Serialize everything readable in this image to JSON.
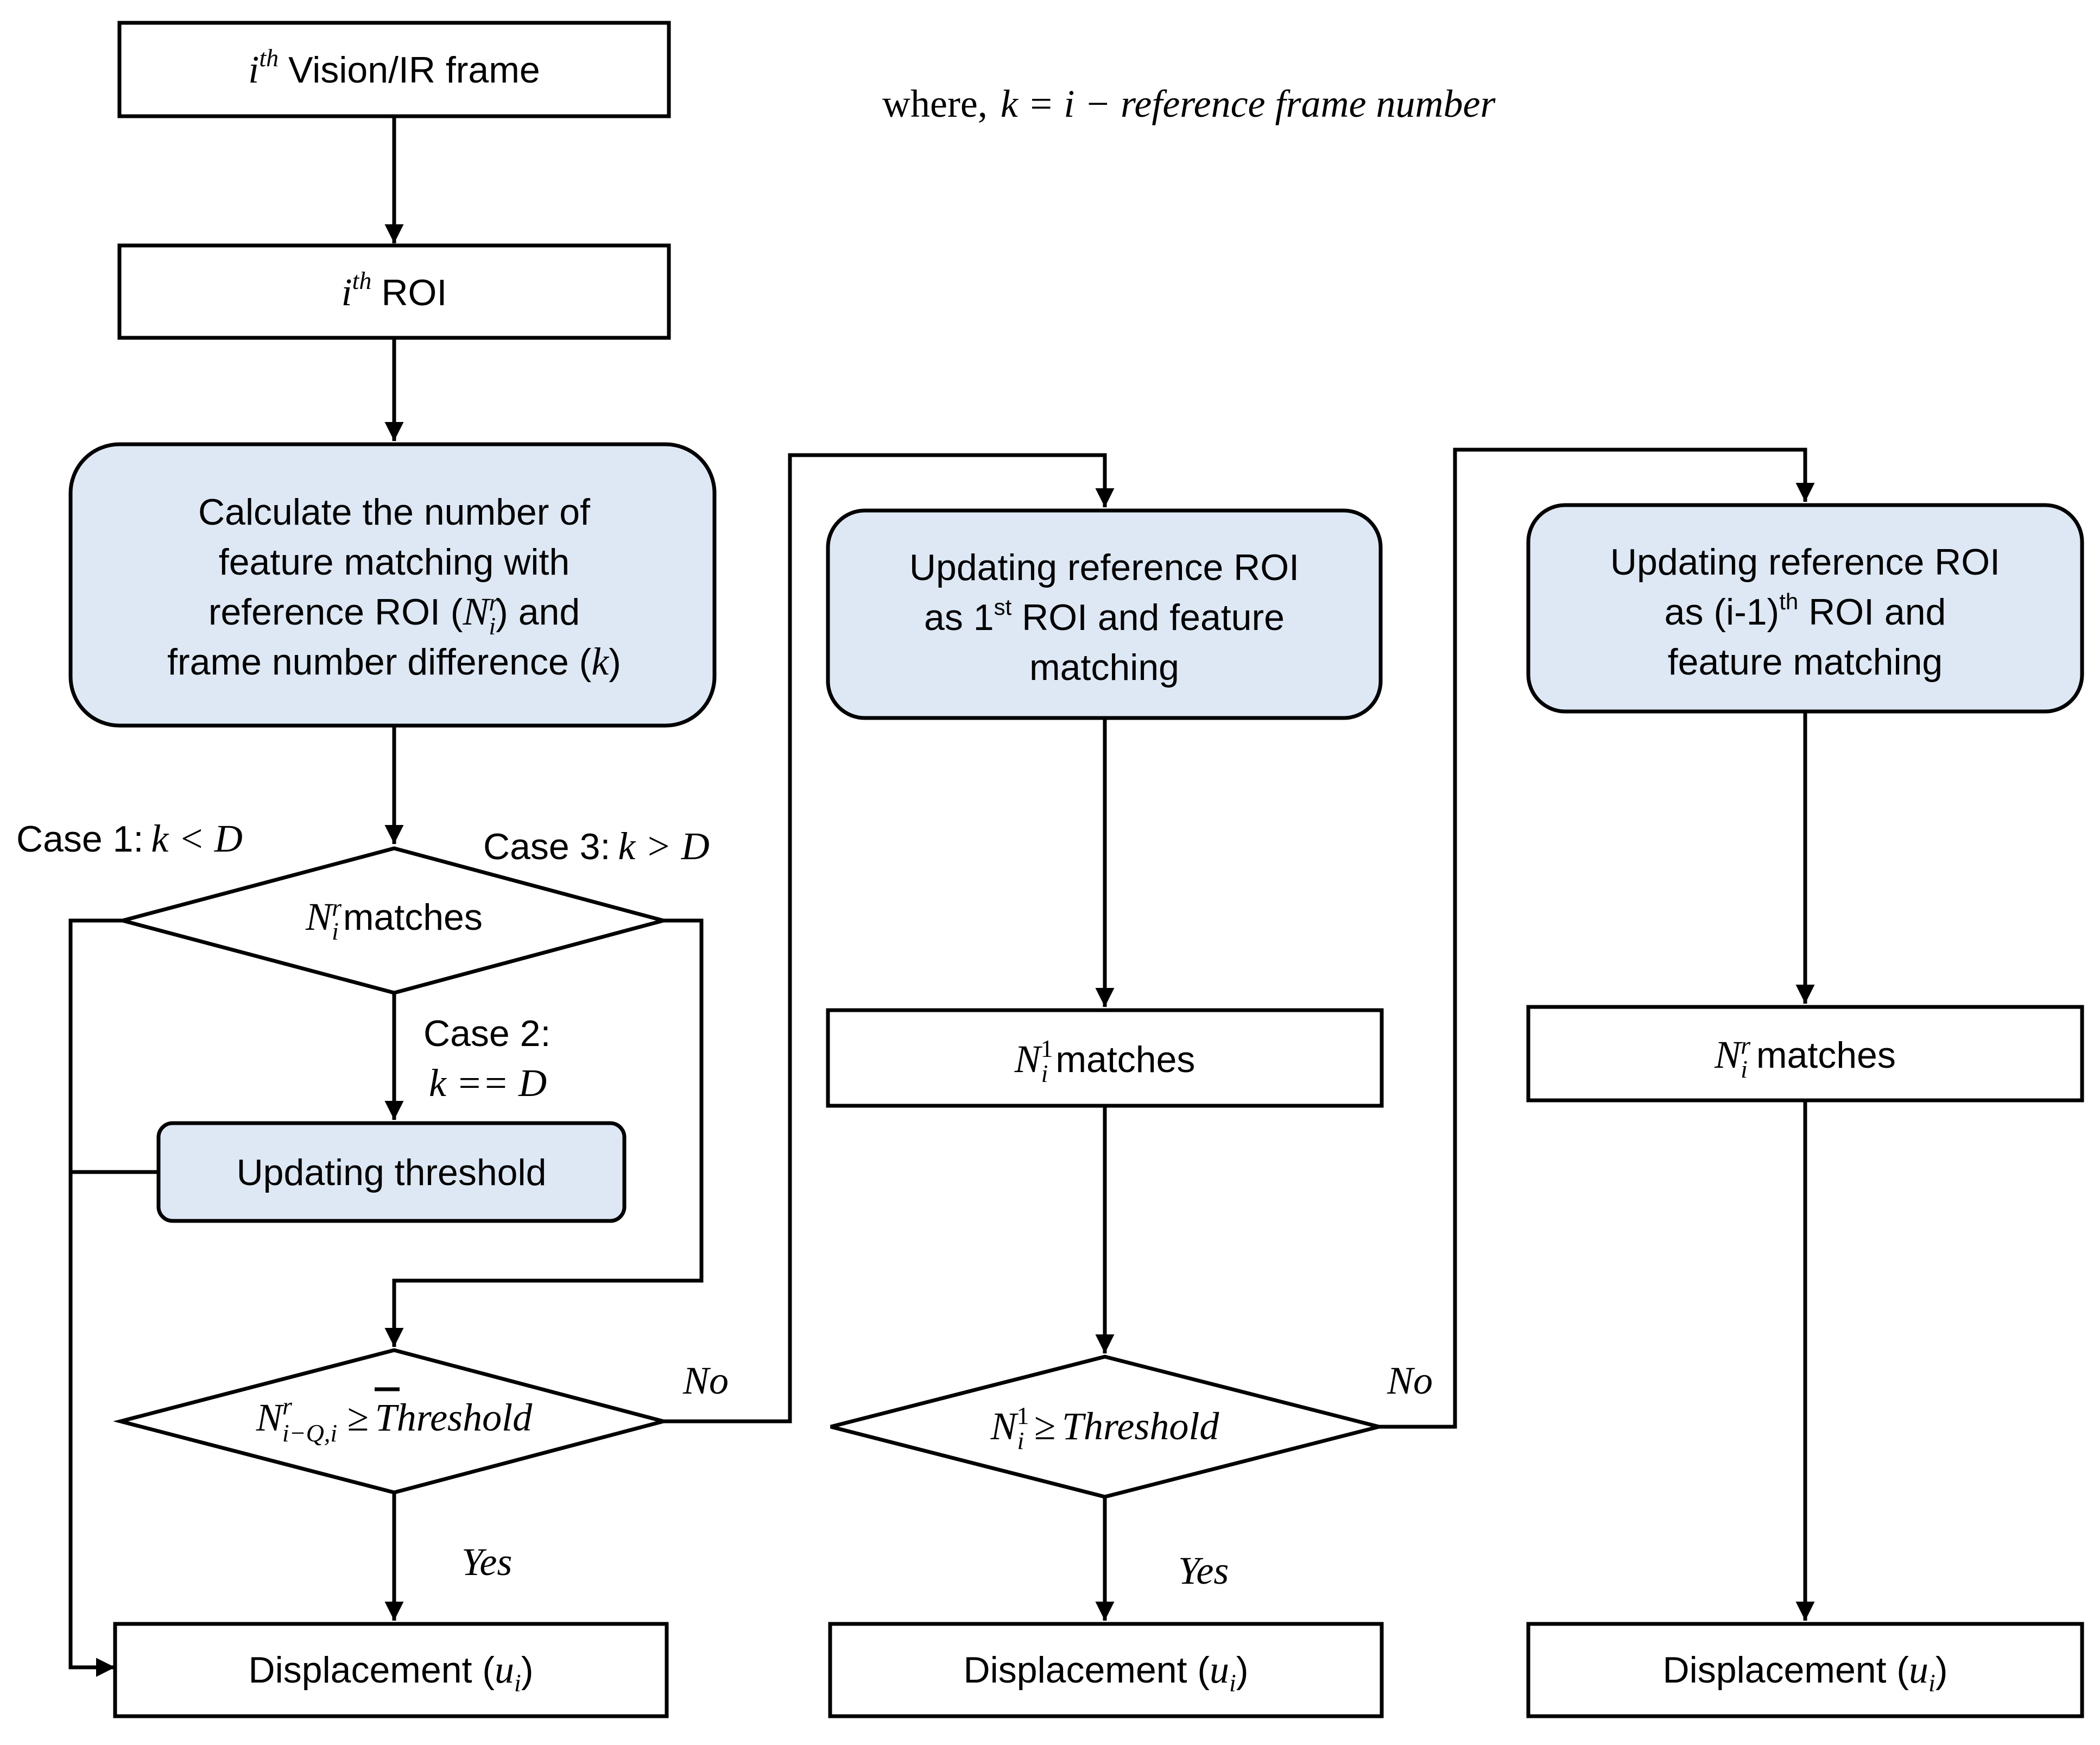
{
  "note": {
    "prefix": "where,",
    "equation": "k = i − reference frame number"
  },
  "col1": {
    "frame_box": {
      "sup": "th",
      "var": "i",
      "label": "Vision/IR frame"
    },
    "roi_box": {
      "sup": "th",
      "var": "i",
      "label": "ROI"
    },
    "calc_box": {
      "line1": "Calculate the number of",
      "line2": "feature matching with",
      "line3_pre": "reference ROI (",
      "line3_post": ") and",
      "line4_pre": "frame number difference (",
      "line4_var": "k",
      "line4_post": ")"
    },
    "case1": {
      "label": "Case 1:",
      "cond": "k < D"
    },
    "case2": {
      "label": "Case 2:",
      "cond": "k == D"
    },
    "case3": {
      "label": "Case 3:",
      "cond": "k > D"
    },
    "matches_diamond": {
      "label": "matches"
    },
    "threshold_box": {
      "label": "Updating threshold"
    },
    "check_diamond": {
      "rel": "≥",
      "word": "Threshold"
    },
    "no_label": "No",
    "yes_label": "Yes",
    "output": {
      "label": "Displacement ("
    }
  },
  "col2": {
    "update_box": {
      "line1": "Updating reference ROI",
      "line2_pre": "as 1",
      "line2_sup": "st",
      "line2_post": " ROI and feature",
      "line3": "matching"
    },
    "matches_box": {
      "sup": "1",
      "label": "matches"
    },
    "check_diamond": {
      "sup": "1",
      "rel": "≥",
      "word": "Threshold"
    },
    "no_label": "No",
    "yes_label": "Yes",
    "output": {
      "label": "Displacement ("
    }
  },
  "col3": {
    "update_box": {
      "line1": "Updating reference ROI",
      "line2_pre": "as (i-1)",
      "line2_sup": "th",
      "line2_post": " ROI and",
      "line3": "feature matching"
    },
    "matches_box": {
      "sup": "r",
      "label": "matches"
    },
    "output": {
      "label": "Displacement ("
    }
  },
  "symbols": {
    "N": "N",
    "i": "i",
    "r": "r",
    "u": "u",
    "subscript_range": "i−Q,i",
    "close": ")"
  },
  "colors": {
    "process_fill": "#dde8f4",
    "stroke": "#000000",
    "background": "#ffffff"
  }
}
